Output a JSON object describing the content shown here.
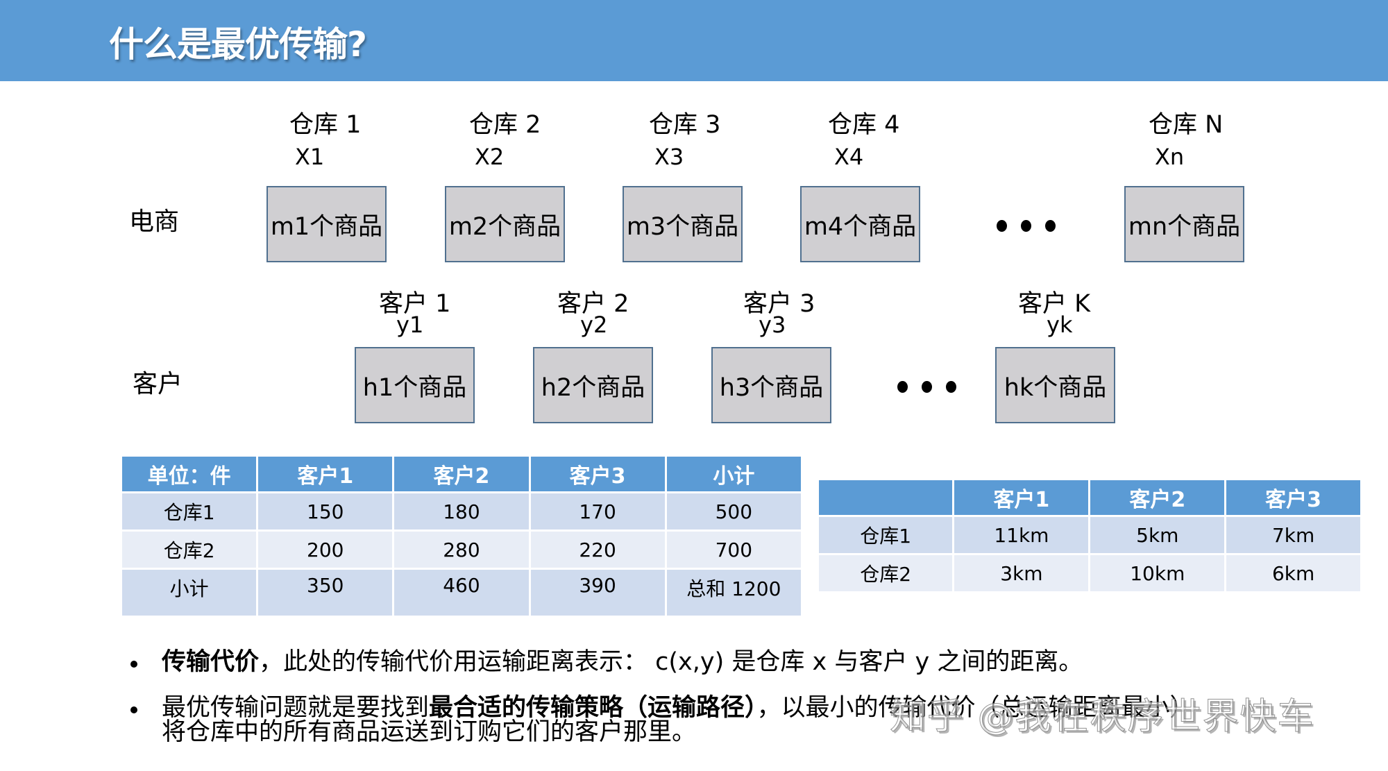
{
  "header": {
    "title": "什么是最优传输?",
    "bg_color": "#5b9bd5"
  },
  "rows": {
    "supplier_label": "电商",
    "customer_label": "客户"
  },
  "warehouses": [
    {
      "name": "仓库 1",
      "var": "X1",
      "box": "m1个商品"
    },
    {
      "name": "仓库 2",
      "var": "X2",
      "box": "m2个商品"
    },
    {
      "name": "仓库 3",
      "var": "X3",
      "box": "m3个商品"
    },
    {
      "name": "仓库 4",
      "var": "X4",
      "box": "m4个商品"
    },
    {
      "name": "仓库 N",
      "var": "Xn",
      "box": "mn个商品"
    }
  ],
  "customers": [
    {
      "name": "客户 1",
      "var": "y1",
      "box": "h1个商品"
    },
    {
      "name": "客户 2",
      "var": "y2",
      "box": "h2个商品"
    },
    {
      "name": "客户 3",
      "var": "y3",
      "box": "h3个商品"
    },
    {
      "name": "客户 K",
      "var": "yk",
      "box": "hk个商品"
    }
  ],
  "quantity_table": {
    "headers": [
      "单位：件",
      "客户1",
      "客户2",
      "客户3",
      "小计"
    ],
    "rows": [
      [
        "仓库1",
        "150",
        "180",
        "170",
        "500"
      ],
      [
        "仓库2",
        "200",
        "280",
        "220",
        "700"
      ],
      [
        "小计",
        "350",
        "460",
        "390",
        "总和 1200"
      ]
    ]
  },
  "distance_table": {
    "headers": [
      "",
      "客户1",
      "客户2",
      "客户3"
    ],
    "rows": [
      [
        "仓库1",
        "11km",
        "5km",
        "7km"
      ],
      [
        "仓库2",
        "3km",
        "10km",
        "6km"
      ]
    ]
  },
  "bullets": [
    {
      "bold": "传输代价",
      "text": "，此处的传输代价用运输距离表示： c(x,y) 是仓库 x 与客户 y 之间的距离。"
    },
    {
      "pre": "最优传输问题就是要找到",
      "bold": "最合适的传输策略（运输路径）",
      "post": "，以最小的传输代价（总运输距离最小）",
      "cont": "将仓库中的所有商品运送到订购它们的客户那里。"
    }
  ],
  "watermark": "知乎 @我在秩序世界快车"
}
